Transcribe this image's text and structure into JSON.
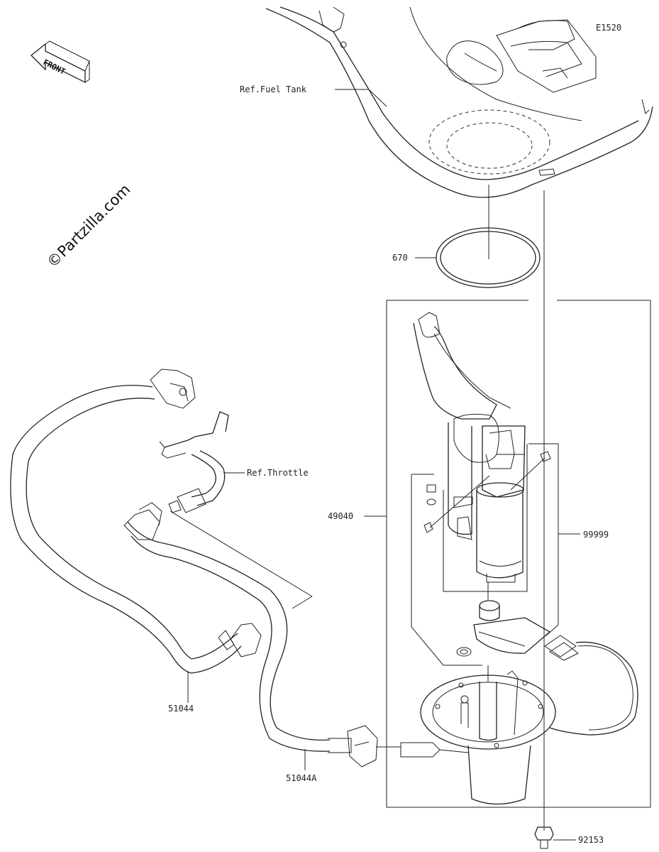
{
  "diagram": {
    "code": "E1520",
    "watermark": "©Partzilla.com",
    "front_label": "FRONT",
    "refs": {
      "fuel_tank": "Ref.Fuel Tank",
      "throttle": "Ref.Throttle"
    },
    "parts": {
      "p670": "670",
      "p49040": "49040",
      "p99999": "99999",
      "p51044": "51044",
      "p51044a": "51044A",
      "p92153": "92153"
    }
  }
}
